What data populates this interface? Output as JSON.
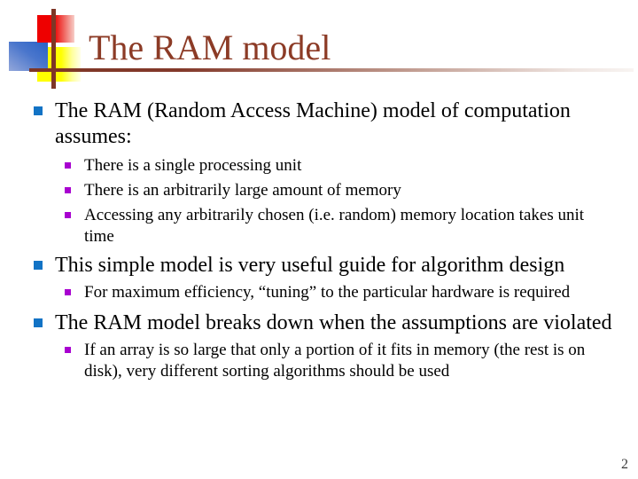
{
  "slide": {
    "title": "The RAM model",
    "page_number": "2",
    "bullets": [
      {
        "level": 1,
        "text": "The RAM (Random Access Machine) model of computation\nassumes:"
      },
      {
        "level": 2,
        "text": "There is a single processing unit"
      },
      {
        "level": 2,
        "text": "There is an arbitrarily large amount of memory"
      },
      {
        "level": 2,
        "text": "Accessing any arbitrarily chosen (i.e. random) memory location takes unit\ntime"
      },
      {
        "level": 1,
        "text": "This simple model is very useful guide for algorithm design"
      },
      {
        "level": 2,
        "text": "For maximum efficiency, “tuning” to the particular hardware is required"
      },
      {
        "level": 1,
        "text": "The RAM model breaks down when the assumptions are violated"
      },
      {
        "level": 2,
        "text": "If an array is so large that only a portion of it fits in memory (the rest is on\ndisk), very different sorting algorithms should be used"
      }
    ],
    "colors": {
      "title_text": "#8c3b26",
      "accent_line": "#7e3626",
      "bullet_level1": "#1273c5",
      "bullet_level2": "#a800d0",
      "logo_red": "#ee0000",
      "logo_blue": "#2a62c6",
      "logo_yellow": "#ffff00"
    }
  }
}
